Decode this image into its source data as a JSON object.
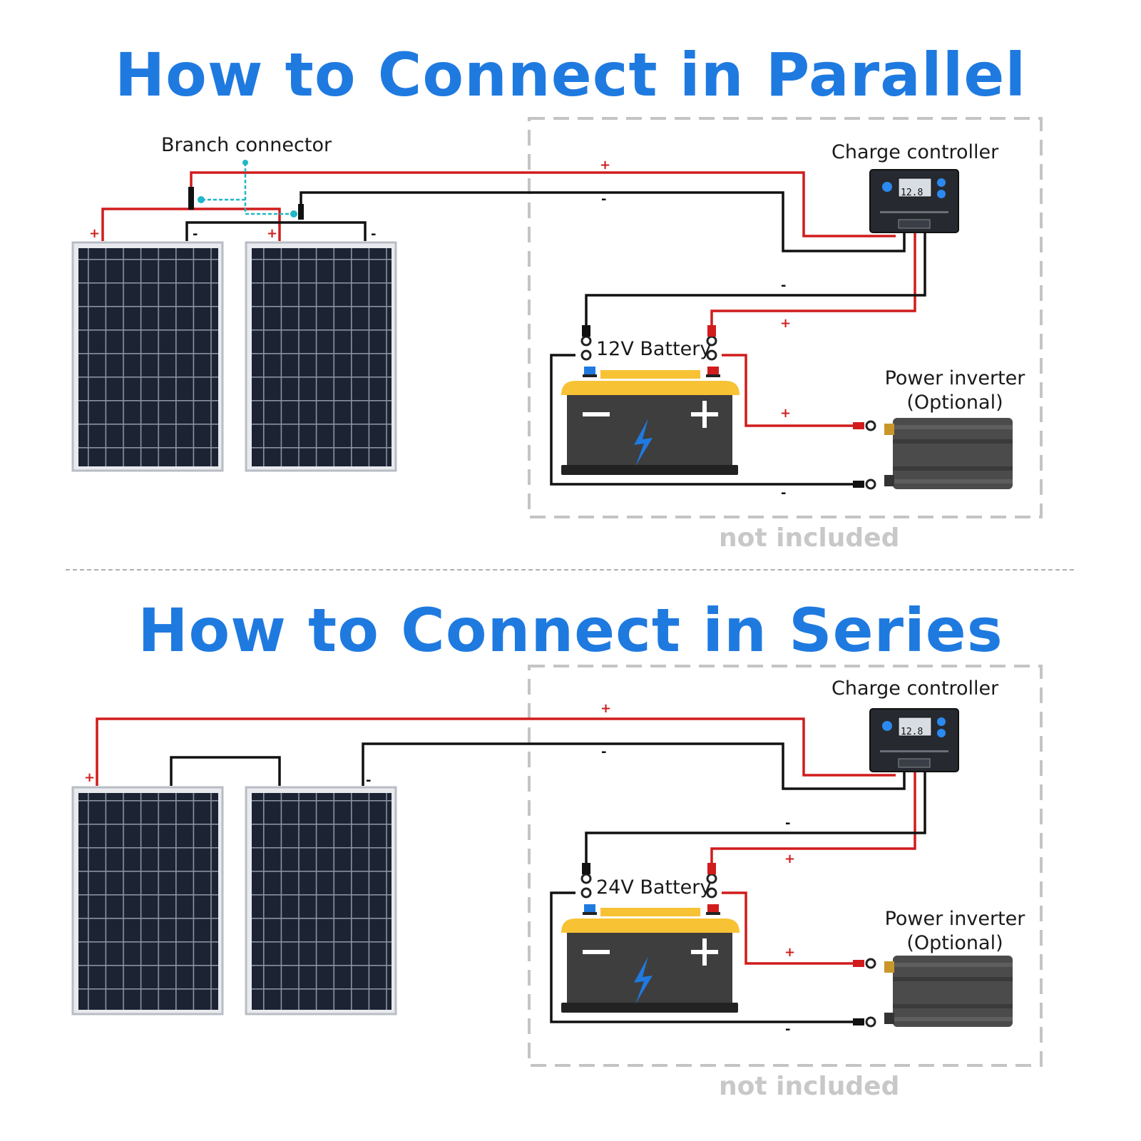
{
  "parallel": {
    "title": "How to Connect in Parallel",
    "branch_connector_label": "Branch connector",
    "charge_controller_label": "Charge controller",
    "battery_label": "12V Battery",
    "inverter_label_line1": "Power inverter",
    "inverter_label_line2": "(Optional)",
    "not_included": "not included",
    "controller_display": "12.8"
  },
  "series": {
    "title": "How to Connect in Series",
    "charge_controller_label": "Charge controller",
    "battery_label": "24V Battery",
    "inverter_label_line1": "Power inverter",
    "inverter_label_line2": "(Optional)",
    "not_included": "not included",
    "controller_display": "12.8"
  },
  "symbols": {
    "plus": "+",
    "minus": "-"
  },
  "colors": {
    "title": "#1f7ae0",
    "positive_wire": "#d01c1c",
    "negative_wire": "#111111",
    "branch_connector": "#1fb8c8",
    "battery_top": "#f7c234",
    "battery_body": "#3e3e3e",
    "dashed_box": "#c4c4c4"
  }
}
